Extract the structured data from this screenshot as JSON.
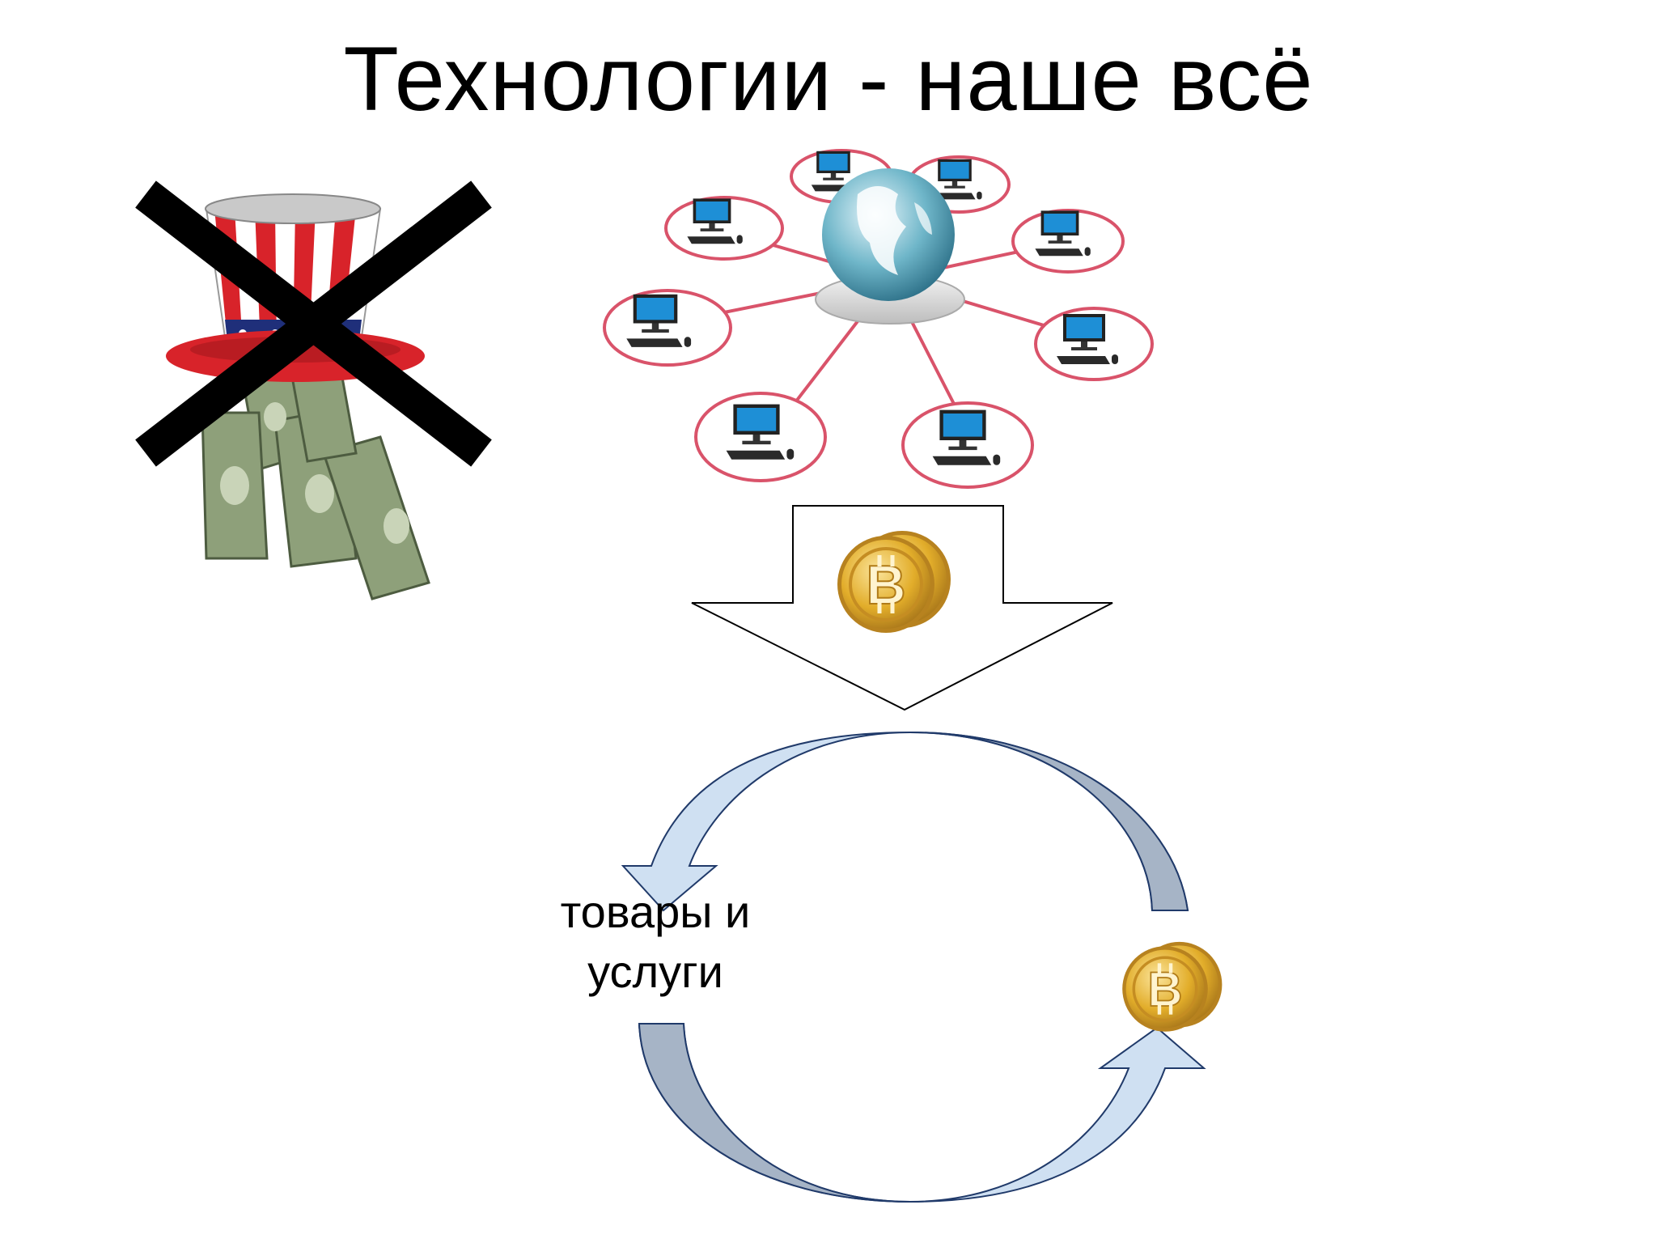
{
  "slide": {
    "title": "Технологии - наше всё",
    "cycle_label_line1": "товары и",
    "cycle_label_line2": "услуги"
  },
  "icons": {
    "crossed": "crossed-out-uncle-sam-hat-with-dollars-icon",
    "network": "computer-network-around-globe-icon",
    "coin_top": "bitcoin-coins-icon",
    "coin_cycle": "bitcoin-coins-icon"
  },
  "colors": {
    "cross": "#000000",
    "network_line": "#d9536a",
    "screen": "#1e8fd6",
    "arrow_light": "#cfe0f2",
    "arrow_dark": "#a6b4c6",
    "arrow_stroke": "#203a6a",
    "coin": "#e2ad2a",
    "hat_red": "#d8232a",
    "hat_blue": "#1f2f7a",
    "money_green": "#8ea07a"
  }
}
